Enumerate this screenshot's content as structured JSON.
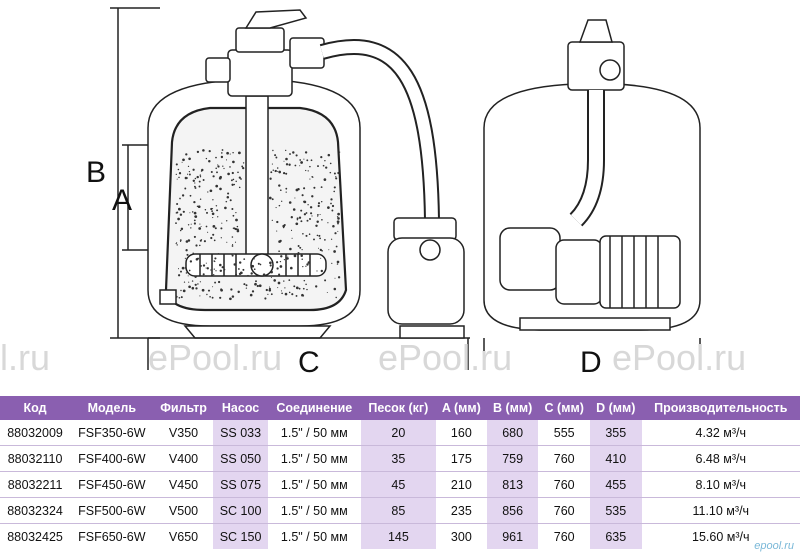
{
  "diagram": {
    "dim_a": "A",
    "dim_b": "B",
    "dim_c": "C",
    "dim_d": "D",
    "watermark": "ePool.ru",
    "watermark_partial": "l.ru"
  },
  "table": {
    "headers": [
      "Код",
      "Модель",
      "Фильтр",
      "Насос",
      "Соединение",
      "Песок (кг)",
      "A (мм)",
      "B (мм)",
      "C (мм)",
      "D (мм)",
      "Производительность"
    ],
    "rows": [
      [
        "88032009",
        "FSF350-6W",
        "V350",
        "SS 033",
        "1.5\" / 50 мм",
        "20",
        "160",
        "680",
        "555",
        "355",
        "4.32 м³/ч"
      ],
      [
        "88032110",
        "FSF400-6W",
        "V400",
        "SS 050",
        "1.5\" / 50 мм",
        "35",
        "175",
        "759",
        "760",
        "410",
        "6.48 м³/ч"
      ],
      [
        "88032211",
        "FSF450-6W",
        "V450",
        "SS 075",
        "1.5\" / 50 мм",
        "45",
        "210",
        "813",
        "760",
        "455",
        "8.10 м³/ч"
      ],
      [
        "88032324",
        "FSF500-6W",
        "V500",
        "SC 100",
        "1.5\" / 50 мм",
        "85",
        "235",
        "856",
        "760",
        "535",
        "11.10 м³/ч"
      ],
      [
        "88032425",
        "FSF650-6W",
        "V650",
        "SC 150",
        "1.5\" / 50 мм",
        "145",
        "300",
        "961",
        "760",
        "635",
        "15.60 м³/ч"
      ]
    ]
  },
  "corner_logo": "epool.ru",
  "colors": {
    "header": "#8a5fb0",
    "highlight": "#e3d6f0"
  }
}
